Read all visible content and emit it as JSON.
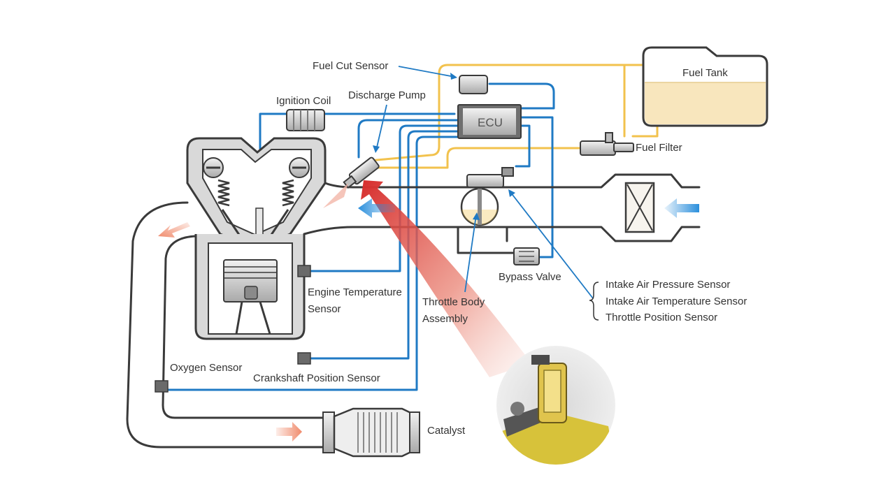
{
  "colors": {
    "signal_wire": "#1f7ac4",
    "fuel_line": "#f2c24d",
    "outline": "#3a3a3a",
    "fuel_fill": "#f8e6bd",
    "injection_arrow": "#d62c2c",
    "airflow_arrow": "#2b8fdc",
    "exhaust_arrow": "#f08a6b"
  },
  "labels": {
    "fuel_cut_sensor": "Fuel Cut Sensor",
    "fuel_tank": "Fuel Tank",
    "ignition_coil": "Ignition Coil",
    "discharge_pump": "Discharge Pump",
    "ecu": "ECU",
    "fuel_filter": "Fuel Filter",
    "engine_temperature_sensor_line1": "Engine Temperature",
    "engine_temperature_sensor_line2": "Sensor",
    "throttle_body_assembly_line1": "Throttle Body",
    "throttle_body_assembly_line2": "Assembly",
    "bypass_valve": "Bypass Valve",
    "intake_air_pressure_sensor": "Intake Air Pressure Sensor",
    "intake_air_temperature_sensor": "Intake Air Temperature Sensor",
    "throttle_position_sensor": "Throttle Position Sensor",
    "oxygen_sensor": "Oxygen Sensor",
    "crankshaft_position_sensor": "Crankshaft Position Sensor",
    "catalyst": "Catalyst"
  },
  "icons": [
    "ecu-box-icon",
    "ignition-coil-icon",
    "fuel-filter-icon",
    "injector-icon",
    "piston-icon",
    "valve-icon",
    "catalyst-icon",
    "injector-photo-icon"
  ]
}
